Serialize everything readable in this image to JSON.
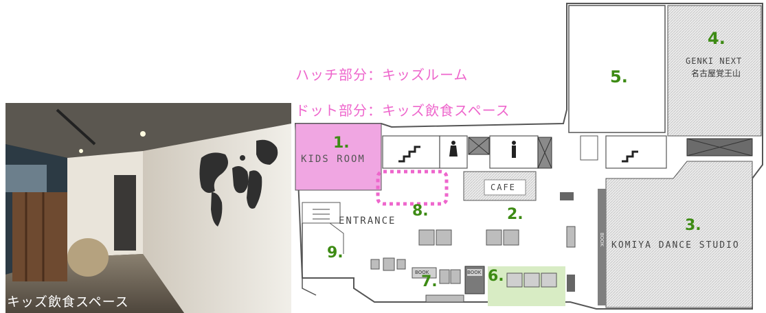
{
  "photo": {
    "caption": "キッズ飲食スペース"
  },
  "legend": {
    "hatch": "ハッチ部分：キッズルーム",
    "dot": "ドット部分：キッズ飲食スペース"
  },
  "map": {
    "kids_room": {
      "number": "1.",
      "label": "KIDS ROOM"
    },
    "area2": {
      "number": "2."
    },
    "dance_studio": {
      "number": "3.",
      "label": "KOMIYA DANCE STUDIO"
    },
    "genki": {
      "number": "4.",
      "label": "GENKI NEXT",
      "sublabel": "名古屋覚王山"
    },
    "area5": {
      "number": "5."
    },
    "area6": {
      "number": "6."
    },
    "area7": {
      "number": "7."
    },
    "area8": {
      "number": "8."
    },
    "area9": {
      "number": "9."
    },
    "cafe": "CAFE",
    "entrance": "ENTRANCE",
    "book": "BOOK",
    "colors": {
      "kids_room": "#f0a6e2",
      "area6": "#d8ecc4",
      "dotted": "#ee66cc",
      "numbers": "#3d8b14"
    }
  }
}
